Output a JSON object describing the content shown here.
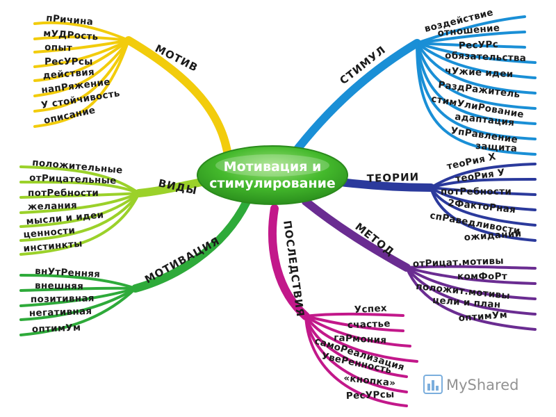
{
  "center": {
    "line1": "Мотивация и",
    "line2": "стимулирование",
    "color": "#3fb02a"
  },
  "branches": {
    "motiv": {
      "label": "МОТИВ",
      "color": "#f2cc0c",
      "items": [
        "пРичина",
        "мУДРость",
        "опыт",
        "РесУРсы",
        "действия",
        "напРяжение",
        "У стойчивость",
        "описание"
      ]
    },
    "stimul": {
      "label": "СТИМУЛ",
      "color": "#1a8fd6",
      "items": [
        "воздействие",
        "отношение",
        "РесУРс",
        "обязательства",
        "чУжие идеи",
        "РаздРажитель",
        "стимУлиРование",
        "адаптация",
        "УпРавление",
        "защита"
      ]
    },
    "vidy": {
      "label": "ВИДЫ",
      "color": "#9bd12a",
      "items": [
        "положительные",
        "отРицательные",
        "потРебности",
        "желания",
        "мысли и идеи",
        "ценности",
        "инстинкты"
      ]
    },
    "teorii": {
      "label": "ТЕОРИИ",
      "color": "#2b3a9c",
      "items": [
        "теоРия Х",
        "теоРия У",
        "потРебности",
        "2ФактоРная",
        "спРаведливости",
        "ожиданий"
      ]
    },
    "motivaciya": {
      "label": "МОТИВАЦИЯ",
      "color": "#2eaa3a",
      "items": [
        "внУтРенняя",
        "внешняя",
        "позитивная",
        "негативная",
        "оптимУм"
      ]
    },
    "metod": {
      "label": "МЕТОД",
      "color": "#6a2c91",
      "items": [
        "отРицат.мотивы",
        "комФоРт",
        "положит.мотивы",
        "цели и план",
        "оптимУм"
      ]
    },
    "posledstviya": {
      "label": "ПОСЛЕДСТВИЯ",
      "color": "#c2188a",
      "items": [
        "Успех",
        "счастье",
        "гаРмония",
        "самоРеализация",
        "УвеРенность",
        "«кнопка»",
        "РесУРсы"
      ]
    }
  },
  "watermark": {
    "text": "MyShared",
    "color": "#5b9bd5"
  }
}
